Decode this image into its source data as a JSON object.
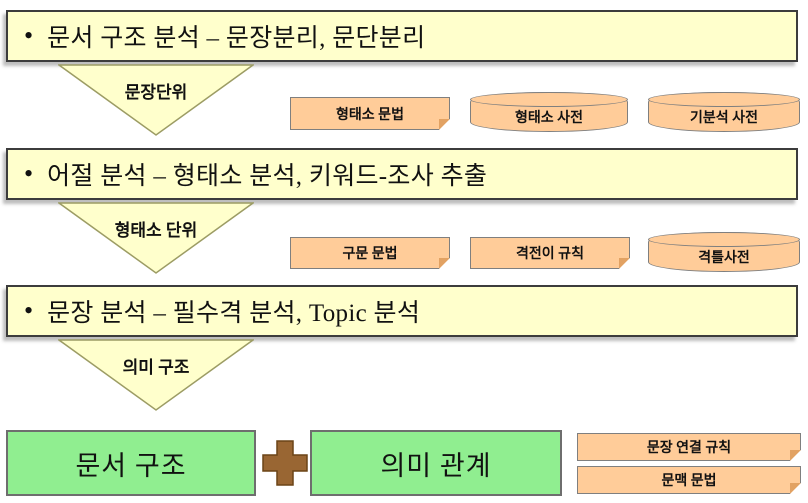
{
  "bars": [
    {
      "bullet": "•",
      "text": "문서 구조 분석 – 문장분리, 문단분리"
    },
    {
      "bullet": "•",
      "text": "어절 분석 – 형태소 분석, 키워드-조사 추출"
    },
    {
      "bullet": "•",
      "text": "문장 분석 – 필수격 분석, Topic 분석"
    }
  ],
  "arrows": [
    {
      "label": "문장단위"
    },
    {
      "label": "형태소 단위"
    },
    {
      "label": "의미 구조"
    }
  ],
  "resources_row1": [
    {
      "shape": "note",
      "label": "형태소 문법"
    },
    {
      "shape": "cylinder",
      "label": "형태소 사전"
    },
    {
      "shape": "cylinder",
      "label": "기분석 사전"
    }
  ],
  "resources_row2": [
    {
      "shape": "note",
      "label": "구문 문법"
    },
    {
      "shape": "note",
      "label": "격전이 규칙"
    },
    {
      "shape": "cylinder",
      "label": "격틀사전"
    }
  ],
  "resources_row3": [
    {
      "shape": "note",
      "label": "문장 연결 규칙"
    },
    {
      "shape": "note",
      "label": "문맥 문법"
    }
  ],
  "outputs": {
    "left": "문서 구조",
    "right": "의미 관계",
    "plus_symbol": "+"
  },
  "icons": {
    "down_triangle": "down-triangle-icon",
    "plus": "plus-icon",
    "note": "folded-note-icon",
    "cylinder": "database-cylinder-icon"
  },
  "colors": {
    "bar_fill": "#FFFFCC",
    "triangle_fill": "#FFFFCC",
    "resource_fill": "#FFCC99",
    "output_fill": "#90EE90",
    "plus": "#996633",
    "border_dark": "#3C3C3C",
    "border_gray": "#7F7F7F"
  }
}
